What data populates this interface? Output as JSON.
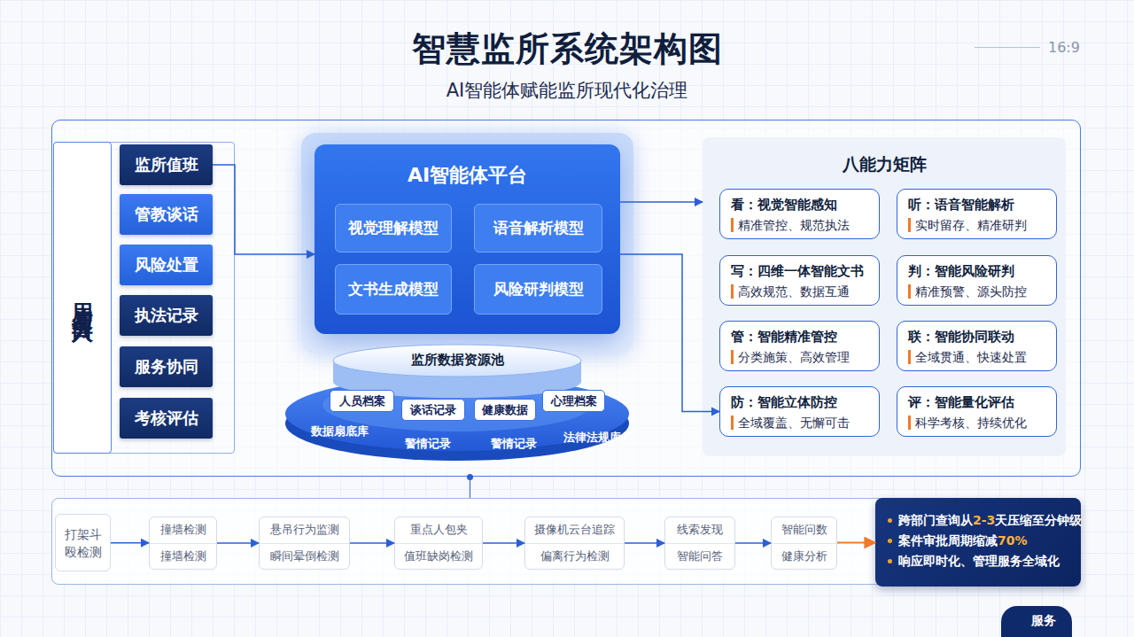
{
  "diagram": {
    "title": "智慧监所系统架构图",
    "nodes": [
      {
        "text": [
          "用户与业务入口"
        ]
      },
      {
        "text": [
          "监所值班"
        ]
      },
      {
        "text": [
          "管教谈话"
        ]
      },
      {
        "text": [
          "风险处置"
        ]
      },
      {
        "text": [
          "执法记录"
        ]
      },
      {
        "text": [
          "服务协同"
        ]
      },
      {
        "text": [
          "考核评估"
        ]
      },
      {
        "text": [
          "AI智能体平台"
        ]
      },
      {
        "text": [
          "视觉理解模型"
        ],
        "in": 7
      },
      {
        "text": [
          "语音解析模型"
        ],
        "in": 7
      },
      {
        "text": [
          "文书生成模型"
        ],
        "in": 7
      },
      {
        "text": [
          "风险研判模型"
        ],
        "in": 7
      },
      {
        "text": [
          "监所数据资源池"
        ]
      },
      {
        "text": [
          "人员档案"
        ],
        "in": 12
      },
      {
        "text": [
          "谈话记录"
        ],
        "in": 12
      },
      {
        "text": [
          "健康数据"
        ],
        "in": 12
      },
      {
        "text": [
          "心理档案"
        ],
        "in": 12
      },
      {
        "text": [
          "八能力矩阵"
        ]
      },
      {
        "text": [
          "看：视觉智能感知",
          "精准管控、规范执法"
        ],
        "in": 17
      },
      {
        "text": [
          "听：语音智能解析",
          "实时留存、精准研判"
        ],
        "in": 17
      },
      {
        "text": [
          "写：四维一体智能文书",
          "高效规范、数据互通"
        ],
        "in": 17
      },
      {
        "text": [
          "判：智能风险研判",
          "精准预警、源头防控"
        ],
        "in": 17
      },
      {
        "text": [
          "管：智能精准管控",
          "分类施策、高效管理"
        ],
        "in": 17
      },
      {
        "text": [
          "联：智能协同联动",
          "全域贯通、快速处置"
        ],
        "in": 17
      },
      {
        "text": [
          "防：智能立体防控",
          "全域覆盖、无懈可击"
        ],
        "in": 17
      },
      {
        "text": [
          "评：智能量化评估",
          "科学考核、持续优化"
        ],
        "in": 17
      },
      {
        "text": [
          "打架斗殴检测"
        ]
      },
      {
        "text": [
          "撞墙检测",
          "撞墙检测"
        ]
      },
      {
        "text": [
          "悬吊行为监测",
          "瞬间晕倒检测"
        ]
      },
      {
        "text": [
          "重点人包夹",
          "值班缺岗检测"
        ]
      },
      {
        "text": [
          "摄像机云台追踪",
          "偏离行为检测"
        ]
      },
      {
        "text": [
          "线索发现",
          "智能问答"
        ]
      },
      {
        "text": [
          "智能问数",
          "健康分析"
        ]
      },
      {
        "text": [
          "跨部门查询从2-3天压缩至分钟级",
          "案件审批周期缩减70%",
          "响应即时化、管理服务全域化"
        ]
      }
    ],
    "edges": [
      {
        "from": 1,
        "to": 7,
        "arrow": "to"
      },
      {
        "from": 7,
        "to": 17,
        "arrow": "to"
      },
      {
        "from": 7,
        "to": 24,
        "arrow": "to"
      },
      {
        "from": 26,
        "to": 27,
        "arrow": "to"
      },
      {
        "from": 27,
        "to": 28,
        "arrow": "to"
      },
      {
        "from": 28,
        "to": 29,
        "arrow": "to"
      },
      {
        "from": 29,
        "to": 30,
        "arrow": "to"
      },
      {
        "from": 30,
        "to": 31,
        "arrow": "to"
      },
      {
        "from": 31,
        "to": 32,
        "arrow": "to"
      },
      {
        "from": 32,
        "to": 33,
        "arrow": "to"
      }
    ],
    "labels": [
      "AI智能体赋能监所现代化治理",
      "16:9",
      "数据扇底库",
      "警情记录",
      "警情记录",
      "法律法规库",
      "服务"
    ]
  }
}
